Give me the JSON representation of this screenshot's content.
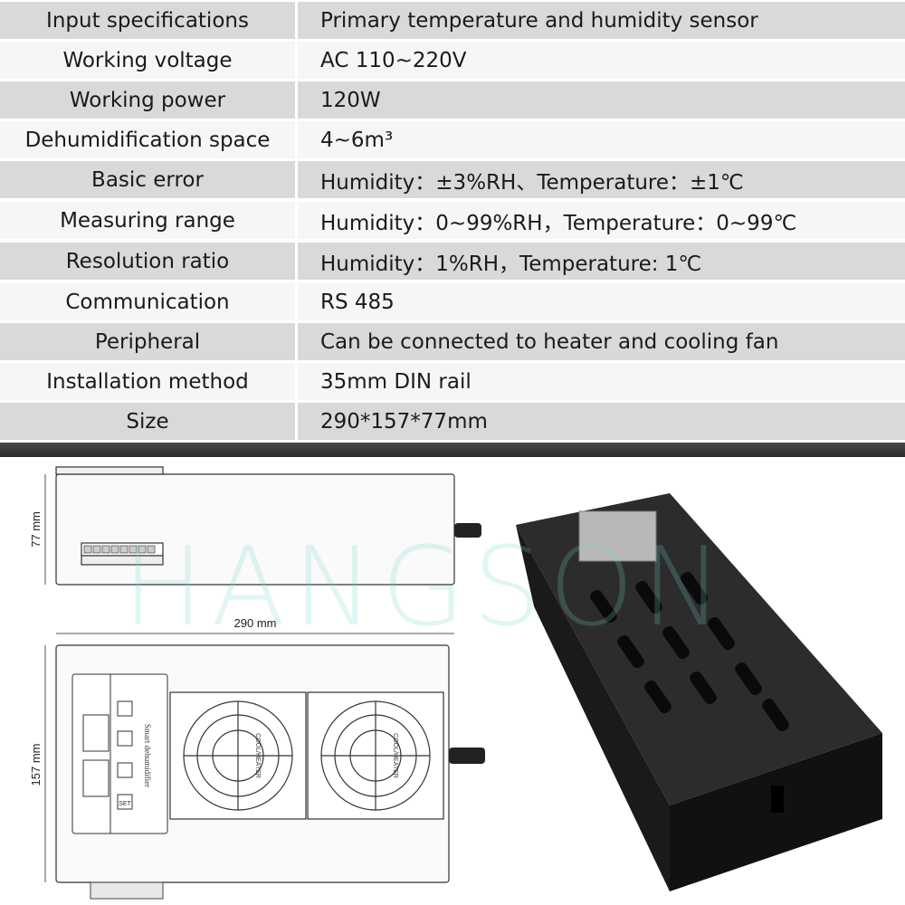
{
  "specs": [
    {
      "label": "Input specifications",
      "value": "Primary temperature and humidity sensor"
    },
    {
      "label": "Working voltage",
      "value": "AC 110~220V"
    },
    {
      "label": "Working power",
      "value": "120W"
    },
    {
      "label": "Dehumidification space",
      "value": "4~6m³"
    },
    {
      "label": "Basic error",
      "value": "Humidity：±3%RH、Temperature：±1℃"
    },
    {
      "label": "Measuring range",
      "value": "Humidity：0~99%RH，Temperature：0~99℃"
    },
    {
      "label": "Resolution ratio",
      "value": "Humidity：1%RH，Temperature: 1℃"
    },
    {
      "label": "Communication",
      "value": "RS 485"
    },
    {
      "label": "Peripheral",
      "value": "Can be connected to heater and cooling fan"
    },
    {
      "label": "Installation method",
      "value": "35mm DIN rail"
    },
    {
      "label": "Size",
      "value": "290*157*77mm"
    }
  ],
  "drawing": {
    "height_label": "77 mm",
    "length_label": "290 mm",
    "width_label": "157 mm",
    "front_label": "Smart dehumidifier",
    "fan_label": "COOL/HEATER",
    "set_button": "SET"
  },
  "watermark": "HANGSON",
  "colors": {
    "row_shade": "#d9d9d9",
    "row_plain": "#f6f6f6",
    "divider": "#3a3a3a",
    "watermark": "#78d7cd"
  }
}
